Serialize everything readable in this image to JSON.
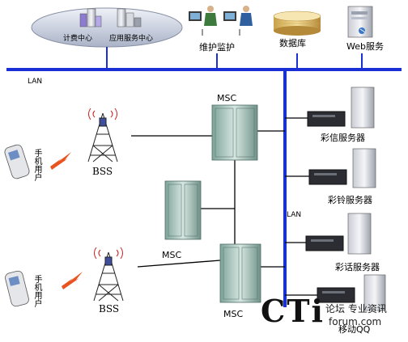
{
  "top": {
    "billing": "计费中心",
    "app_service": "应用服务中心",
    "maintenance": "维护监护",
    "database": "数据库",
    "web": "Web服务"
  },
  "network": {
    "lan_top": "LAN",
    "lan_right": "LAN"
  },
  "nodes": {
    "msc_top": "MSC",
    "msc_left": "MSC",
    "msc_bottom": "MSC",
    "bss_top": "BSS",
    "bss_bottom": "BSS",
    "mobile_user_top": "手机用户",
    "mobile_user_bottom": "手机用户"
  },
  "servers": {
    "mms": "彩信服务器",
    "ringback": "彩铃服务器",
    "colorcall": "彩话服务器",
    "mobileqq": "移动QQ"
  },
  "watermark": {
    "logo": "CTi",
    "line1": "论坛 专业资讯",
    "line2": "forum.com"
  },
  "colors": {
    "lan_bus": "#1a2fd6",
    "link": "#000000",
    "lightning": "#e8531f"
  }
}
